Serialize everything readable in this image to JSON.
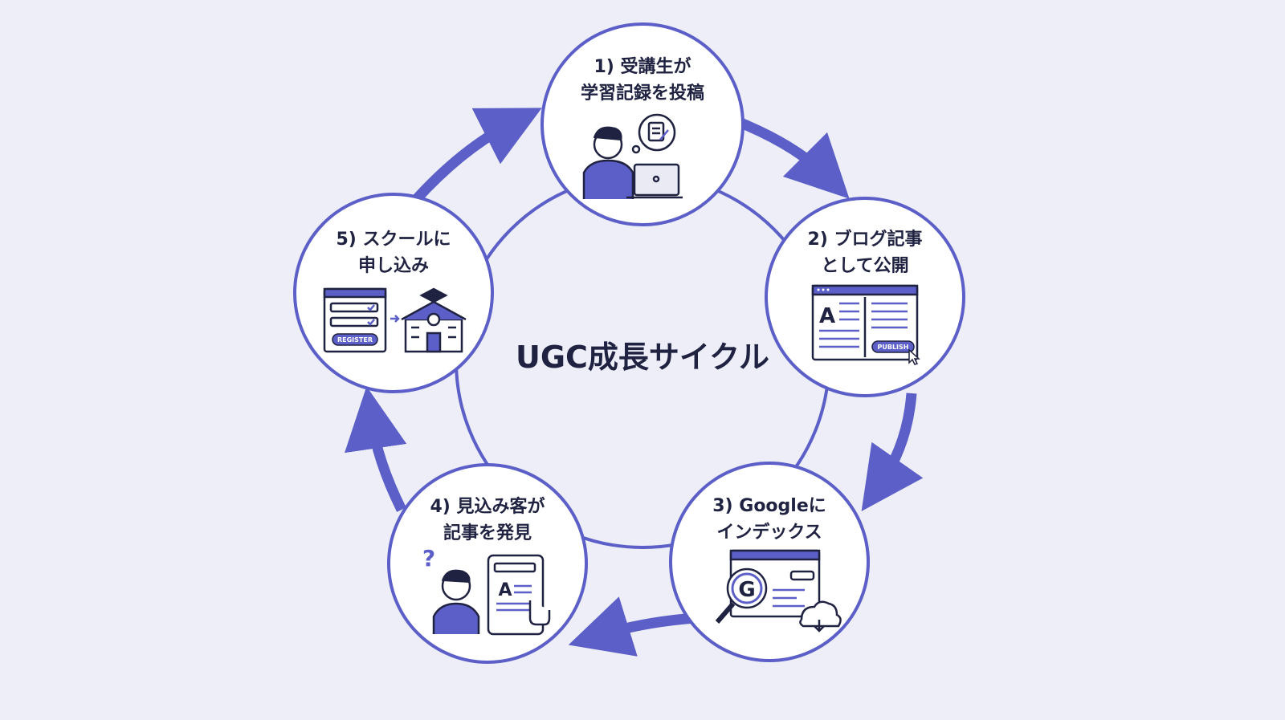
{
  "title": "UGC成長サイクル",
  "steps": [
    {
      "line1": "1) 受講生が",
      "line2": "学習記録を投稿",
      "icon": "student-laptop-icon"
    },
    {
      "line1": "2) ブログ記事",
      "line2": "として公開",
      "icon": "blog-publish-icon",
      "button": "PUBLISH"
    },
    {
      "line1": "3) Googleに",
      "line2": "インデックス",
      "icon": "google-search-index-icon"
    },
    {
      "line1": "4) 見込み客が",
      "line2": "記事を発見",
      "icon": "prospect-tablet-icon"
    },
    {
      "line1": "5) スクールに",
      "line2": "申し込み",
      "icon": "register-school-icon",
      "button": "REGISTER"
    }
  ],
  "colors": {
    "accent": "#5b5fc7",
    "dark": "#1f2240",
    "background": "#edeef8",
    "circle_fill": "#ffffff"
  }
}
